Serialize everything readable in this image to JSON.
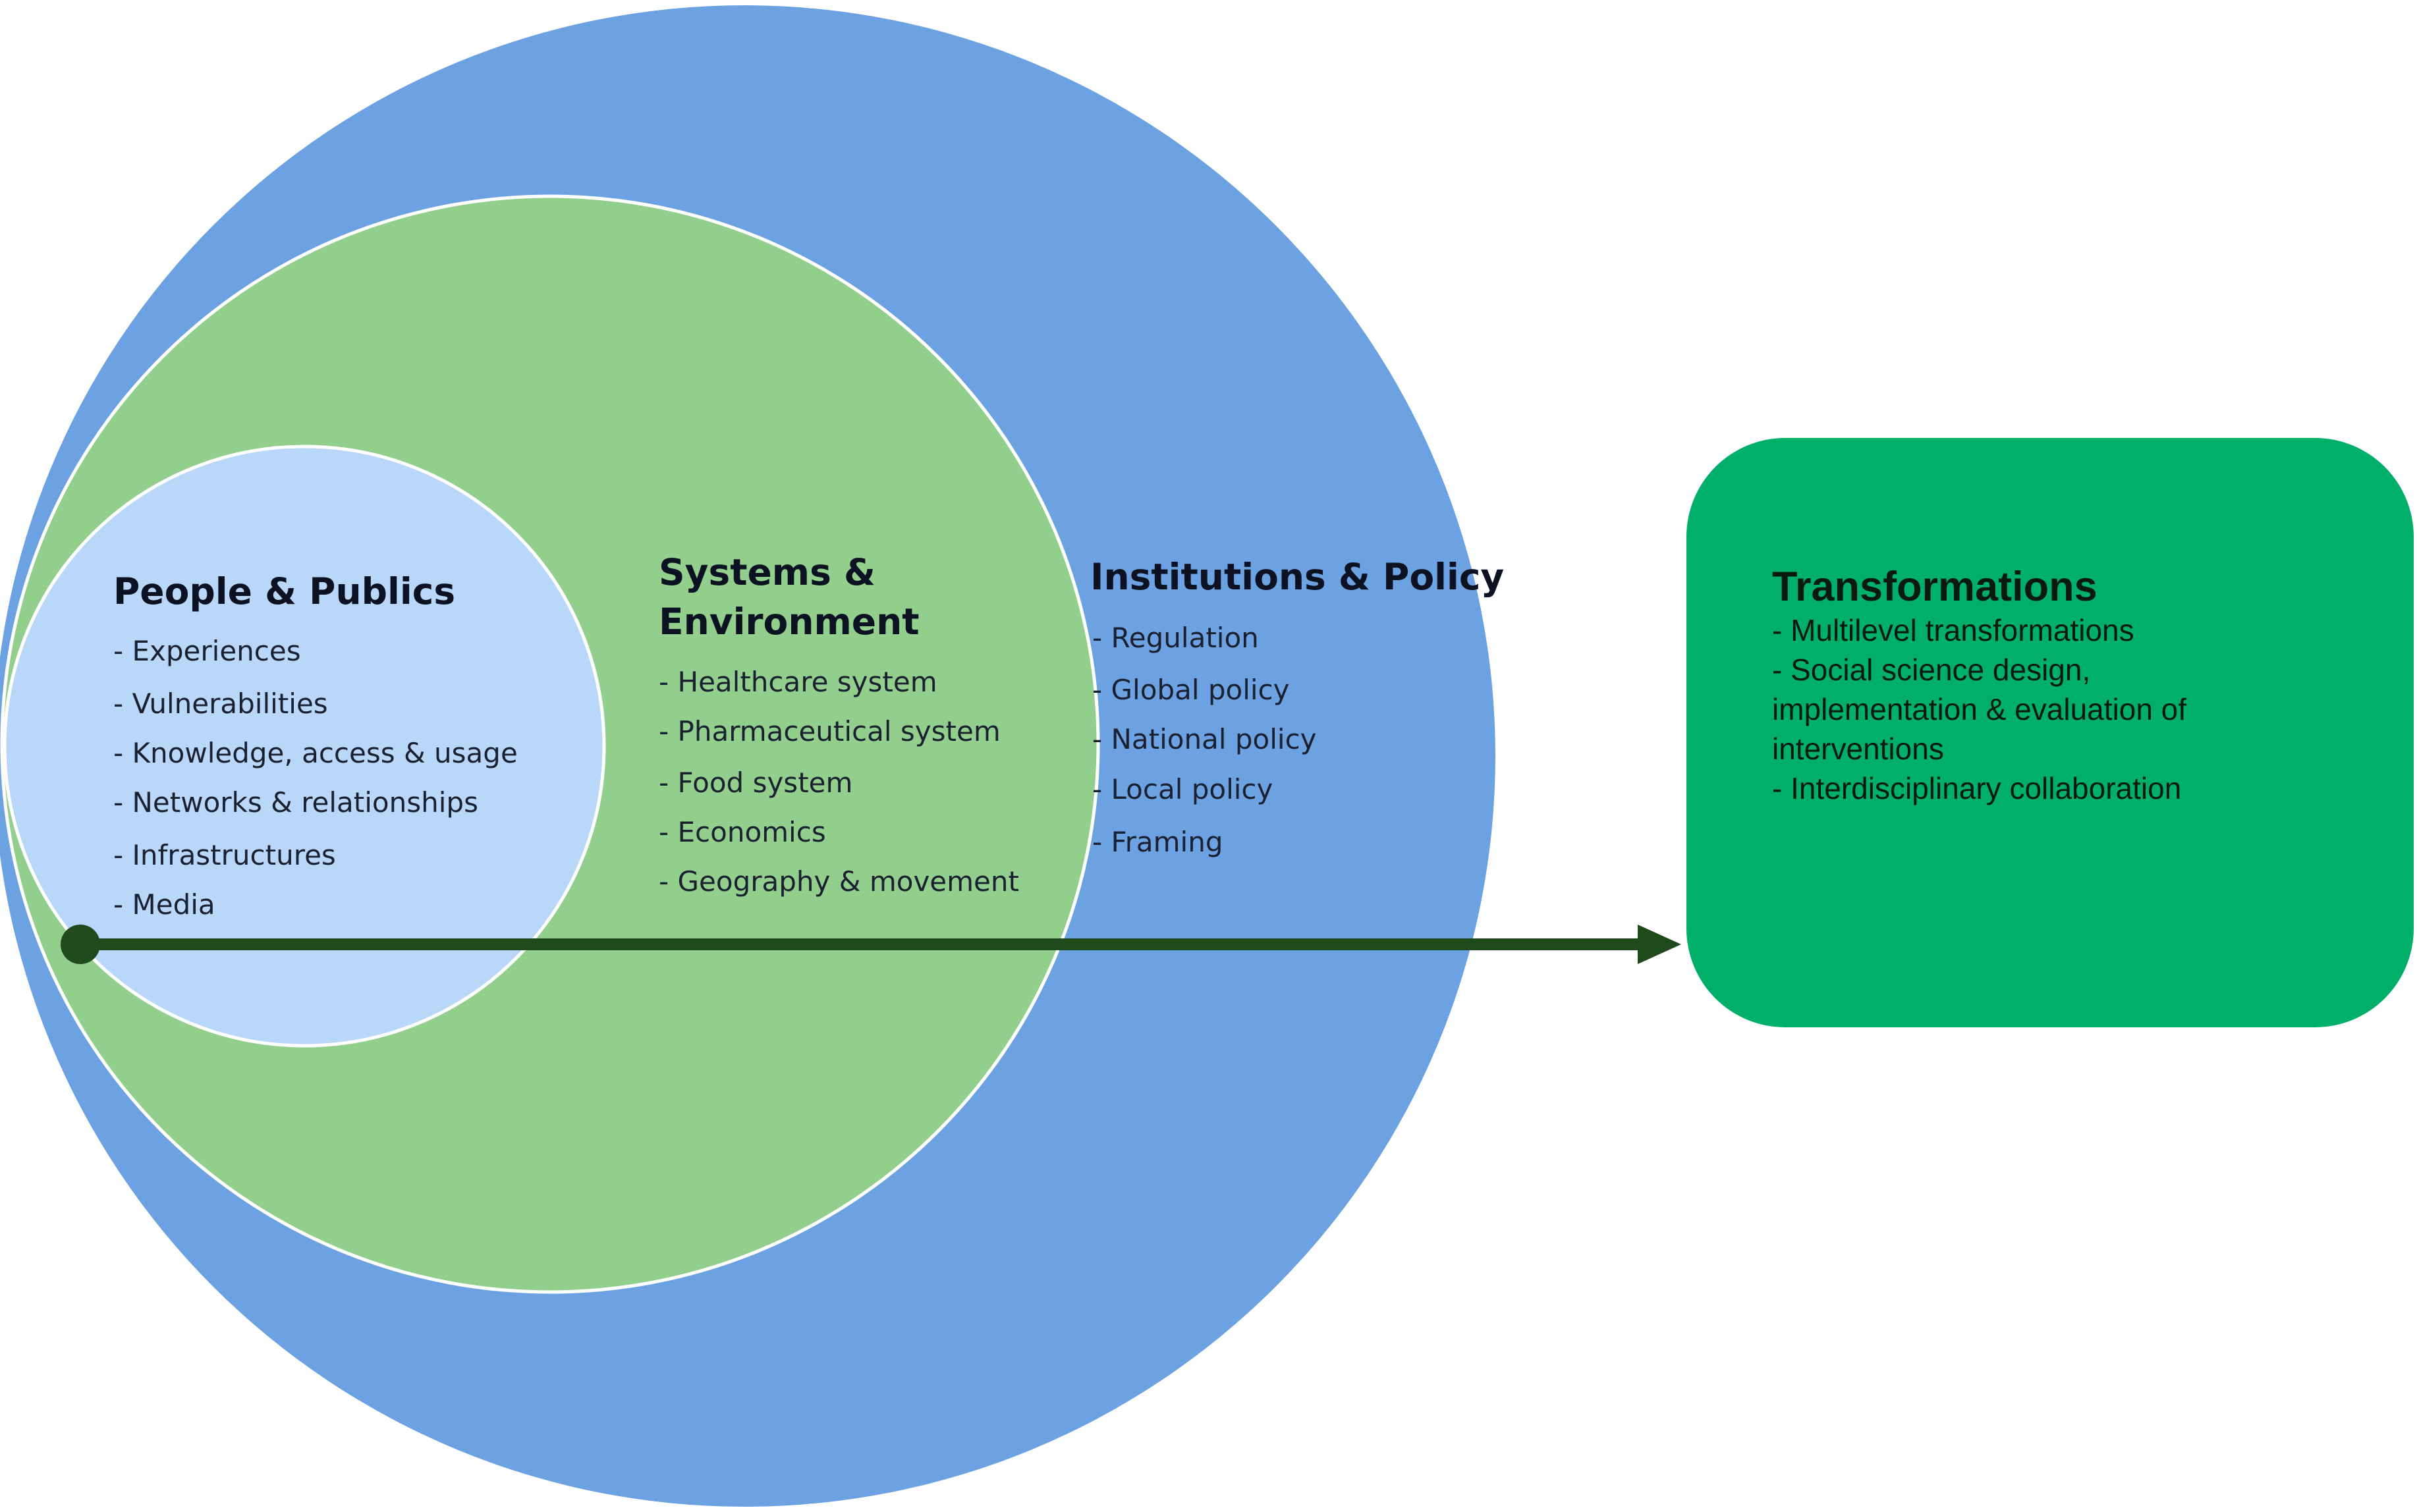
{
  "colors": {
    "outer_circle": "#6ca2e2",
    "middle_circle": "#92cf8c",
    "inner_circle": "#b9d7f8",
    "box": "#00b06a",
    "arrow": "#1f4a1c"
  },
  "people": {
    "title": "People & Publics",
    "items": [
      "- Experiences",
      "- Vulnerabilities",
      "- Knowledge, access & usage",
      "- Networks & relationships",
      "- Infrastructures",
      "- Media"
    ]
  },
  "systems": {
    "title_line1": "Systems &",
    "title_line2": "Environment",
    "items": [
      "- Healthcare system",
      "- Pharmaceutical system",
      "- Food system",
      "- Economics",
      "- Geography & movement"
    ]
  },
  "institutions": {
    "title": "Institutions & Policy",
    "items": [
      "- Regulation",
      "- Global policy",
      "- National policy",
      "- Local policy",
      "- Framing"
    ]
  },
  "transformations": {
    "title": "Transformations",
    "lines": [
      "- Multilevel transformations",
      "- Social science design,",
      "implementation & evaluation of",
      "interventions",
      "- Interdisciplinary collaboration"
    ]
  }
}
